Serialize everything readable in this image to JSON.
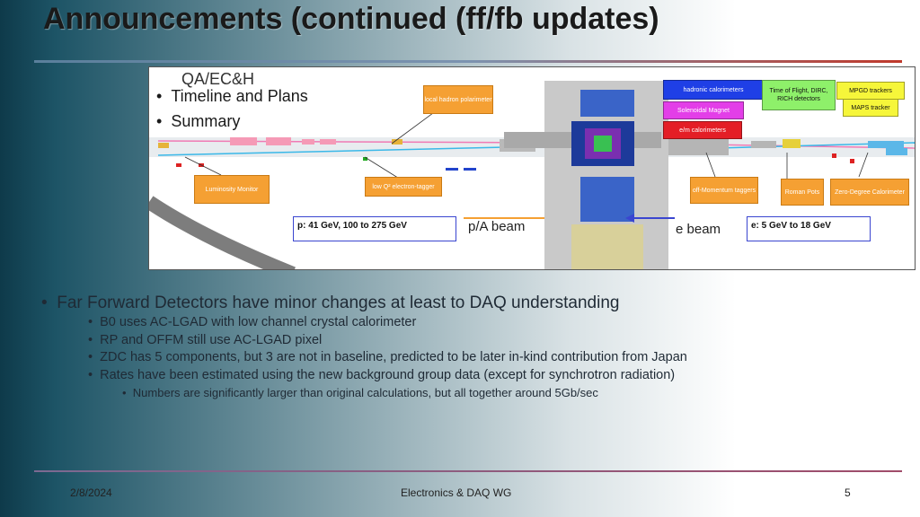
{
  "slide": {
    "title": "Announcements (continued  (ff/fb updates)",
    "figure": {
      "bullets": [
        "QA/EC&H",
        "Timeline and Plans",
        "Summary"
      ],
      "labels": {
        "local_hadron_polarimeter": "local hadron polarimeter",
        "hadronic_calorimeters": "hadronic calorimeters",
        "tof": "Time of Flight, DIRC, RICH detectors",
        "mpgd": "MPGD trackers",
        "solenoidal_magnet": "Solenoidal Magnet",
        "maps": "MAPS tracker",
        "em_calorimeters": "e/m calorimeters",
        "luminosity": "Luminosity Monitor",
        "low_q2": "low Q² electron-tagger",
        "off_momentum": "off-Momentum taggers",
        "roman_pots": "Roman Pots",
        "zdc": "Zero-Degree Calorimeter"
      },
      "p_energy": "p: 41 GeV, 100 to 275 GeV",
      "pa_beam": "p/A beam",
      "e_beam": "e beam",
      "e_energy": "e: 5 GeV to 18 GeV",
      "colors": {
        "orange": "#f5a033",
        "blue": "#1f3fe6",
        "magenta": "#e33ee8",
        "red": "#e41e26",
        "lightgreen": "#8ef06a",
        "yellow": "#f6f63a"
      }
    },
    "bullets": [
      {
        "level": 1,
        "text": "Far Forward Detectors have minor changes at least to DAQ understanding"
      },
      {
        "level": 2,
        "text": "B0 uses AC-LGAD with low channel crystal calorimeter"
      },
      {
        "level": 2,
        "text": "RP and OFFM still use AC-LGAD pixel"
      },
      {
        "level": 2,
        "text": "ZDC has 5 components, but 3 are not in baseline, predicted to be later in-kind contribution from Japan"
      },
      {
        "level": 2,
        "text": "Rates have been estimated using the new background group data (except for synchrotron radiation)"
      },
      {
        "level": 3,
        "text": "Numbers are significantly larger than original calculations, but all together around 5Gb/sec"
      }
    ],
    "footer": {
      "date": "2/8/2024",
      "center": "Electronics & DAQ WG",
      "page": "5"
    }
  }
}
